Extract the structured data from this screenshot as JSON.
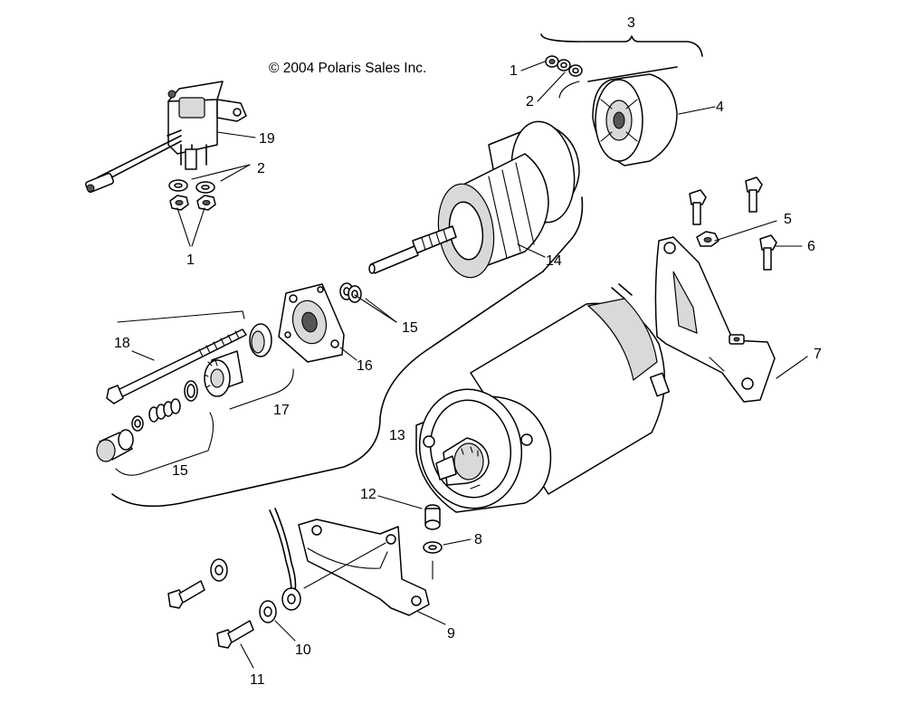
{
  "copyright": "© 2004 Polaris Sales Inc.",
  "callouts": {
    "c1_top": "1",
    "c2_top": "2",
    "c3_top": "3",
    "c4": "4",
    "c19": "19",
    "c2_left": "2",
    "c1_left": "1",
    "c5": "5",
    "c6": "6",
    "c14": "14",
    "c15_mid": "15",
    "c16": "16",
    "c18": "18",
    "c17": "17",
    "c7": "7",
    "c13": "13",
    "c15_bottom": "15",
    "c12": "12",
    "c8": "8",
    "c9": "9",
    "c10": "10",
    "c11": "11"
  }
}
